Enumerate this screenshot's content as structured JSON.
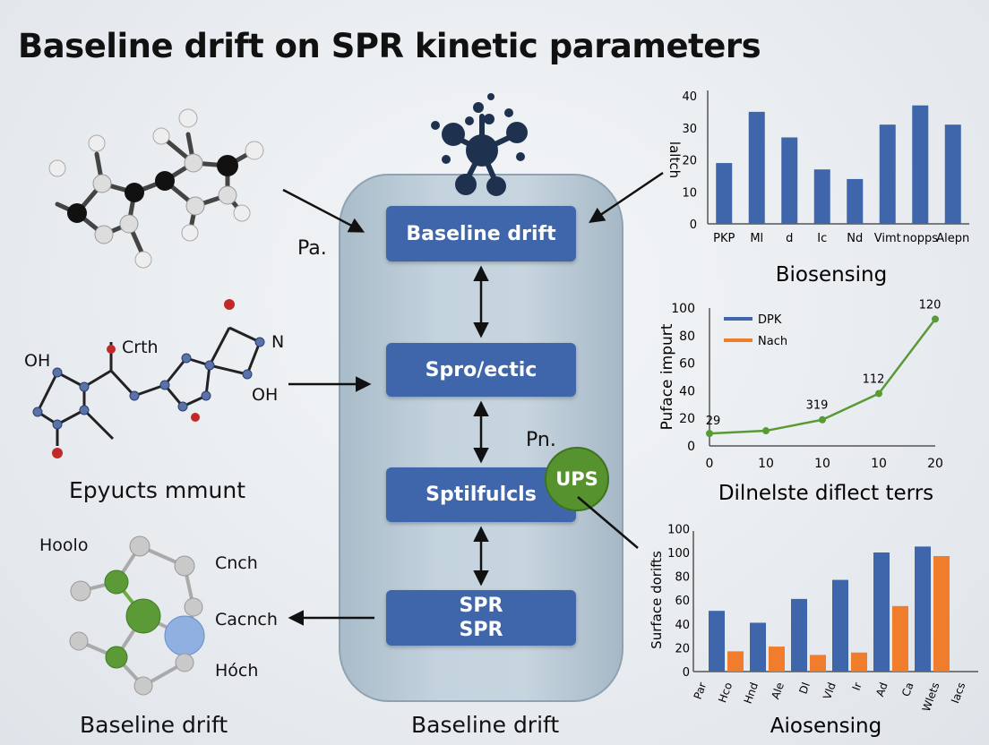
{
  "title": "Baseline drift on SPR kinetic parameters",
  "flow": {
    "box1": "Baseline drift",
    "box2": "Spro/ectic",
    "box3": "Sptilfulcls",
    "box4_line1": "SPR",
    "box4_line2": "SPR",
    "badge": "UPS",
    "label_pa": "Pa.",
    "label_pn": "Pn.",
    "bottom_caption": "Baseline drift"
  },
  "molecules": {
    "mol2_oh_left": "OH",
    "mol2_crth": "Crth",
    "mol2_n": "N",
    "mol2_oh_right": "OH",
    "mol2_caption": "Epyucts mmunt",
    "mol3_hoolo": "Hoolo",
    "mol3_cnch": "Cnch",
    "mol3_cacnch": "Cacnch",
    "mol3_hoch": "Hóch",
    "mol3_caption": "Baseline drift"
  },
  "colors": {
    "blue": "#3f66ab",
    "orange": "#ef7d2b",
    "green": "#5a9a35",
    "badge_green": "#56932e"
  },
  "chart_data": [
    {
      "type": "bar",
      "ylabel": "laltch",
      "xlabel": "Biosensing",
      "ylim": [
        0,
        40
      ],
      "yticks": [
        0,
        10,
        20,
        30,
        40
      ],
      "categories": [
        "PKP",
        "Ml",
        "d",
        "Ic",
        "Nd",
        "Vimt",
        "nopps",
        "Alepn"
      ],
      "values": [
        19,
        35,
        27,
        17,
        14,
        31,
        37,
        31
      ]
    },
    {
      "type": "line",
      "ylabel": "Puface impurt",
      "xlabel": "Dilnelste diflect terrs",
      "ylim": [
        0,
        100
      ],
      "yticks": [
        0,
        20,
        40,
        60,
        80,
        100
      ],
      "x": [
        "0",
        "10",
        "10",
        "10",
        "20"
      ],
      "legend": [
        "DPK",
        "Nach"
      ],
      "legend_position": "top-left",
      "series": [
        {
          "name": "DPK",
          "values": [
            9,
            11,
            19,
            38,
            92
          ]
        }
      ],
      "data_labels": [
        "29",
        "319",
        "112",
        "120"
      ]
    },
    {
      "type": "bar",
      "ylabel": "Surface dorifts",
      "xlabel": "Aiosensing",
      "ylim": [
        0,
        100
      ],
      "yticks": [
        0,
        20,
        40,
        60,
        80,
        100,
        100
      ],
      "categories": [
        "Par",
        "Hco",
        "Hnd",
        "Ale",
        "Dl",
        "Vld",
        "Ir",
        "Ad",
        "Ca",
        "Wlets",
        "Iacs"
      ],
      "series": [
        {
          "values": [
            51,
            41,
            61,
            77,
            100,
            105
          ]
        },
        {
          "values": [
            17,
            21,
            14,
            16,
            55,
            97
          ]
        }
      ]
    }
  ]
}
